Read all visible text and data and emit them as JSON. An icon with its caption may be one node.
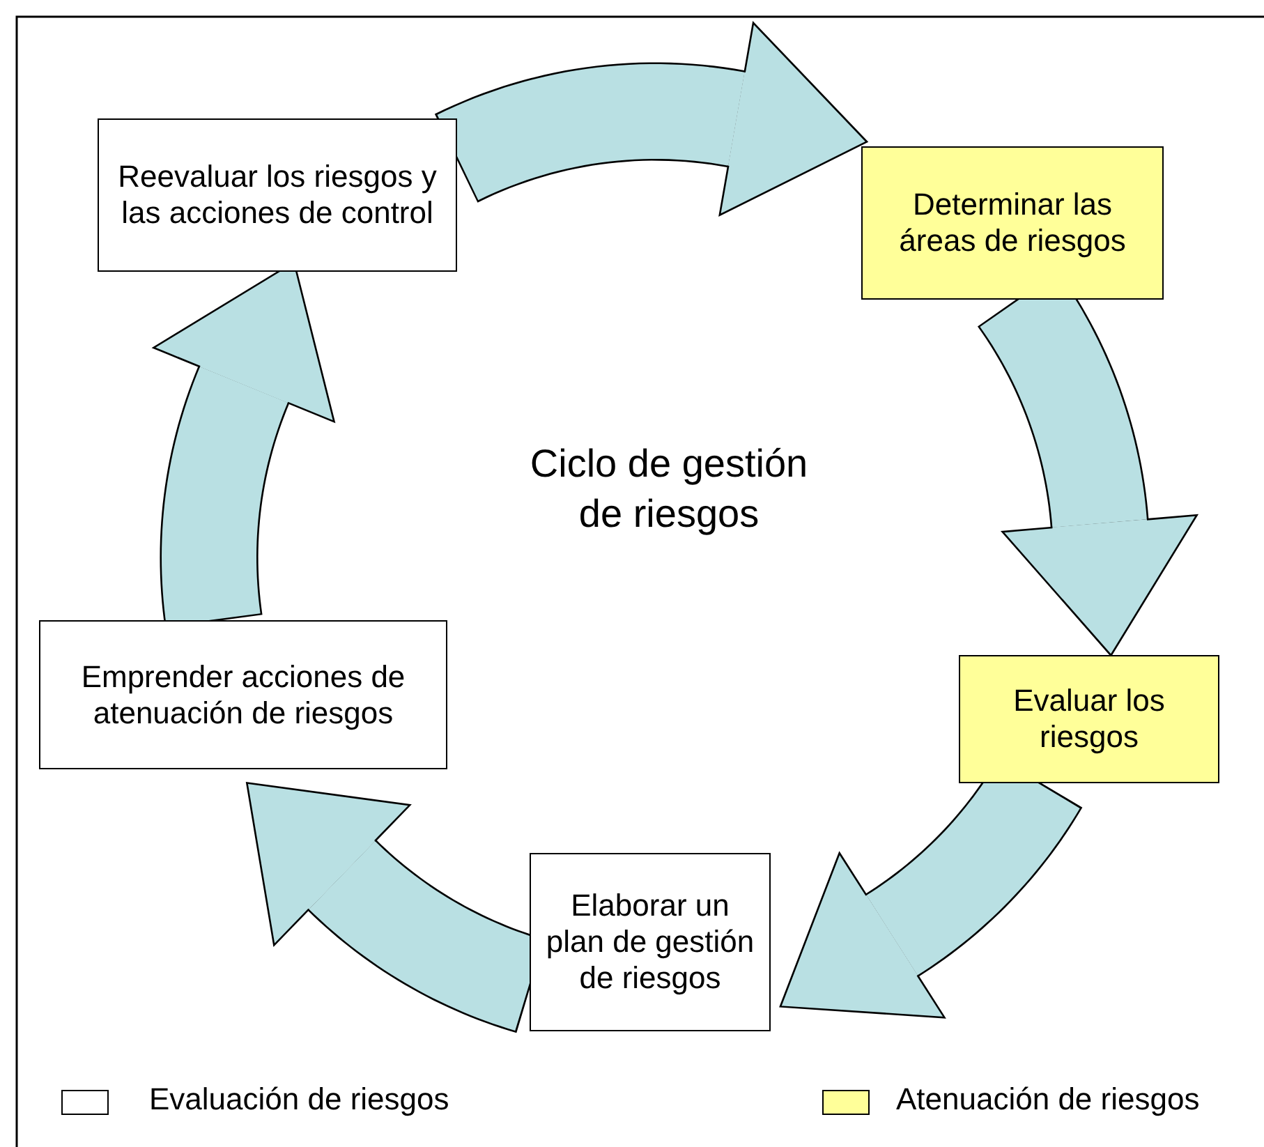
{
  "diagram": {
    "nodes": [
      {
        "text": [
          "Reevaluar los riesgos y las acciones de control"
        ]
      },
      {
        "text": [
          "Determinar las áreas de riesgos"
        ]
      },
      {
        "text": [
          "Evaluar los riesgos"
        ]
      },
      {
        "text": [
          "Elaborar un plan de gestión de riesgos"
        ]
      },
      {
        "text": [
          "Emprender acciones de atenuación de riesgos"
        ]
      }
    ],
    "edges": [
      {
        "from": 0,
        "to": 1,
        "arrow": "to"
      },
      {
        "from": 1,
        "to": 2,
        "arrow": "to"
      },
      {
        "from": 2,
        "to": 3,
        "arrow": "to"
      },
      {
        "from": 3,
        "to": 4,
        "arrow": "to"
      },
      {
        "from": 4,
        "to": 0,
        "arrow": "to"
      }
    ],
    "labels": [
      "Ciclo de gestión de riesgos"
    ],
    "legend": [
      {
        "text": "Evaluación de riesgos",
        "color": "#ffffff"
      },
      {
        "text": "Atenuación de riesgos",
        "color": "#ffff99"
      }
    ]
  }
}
